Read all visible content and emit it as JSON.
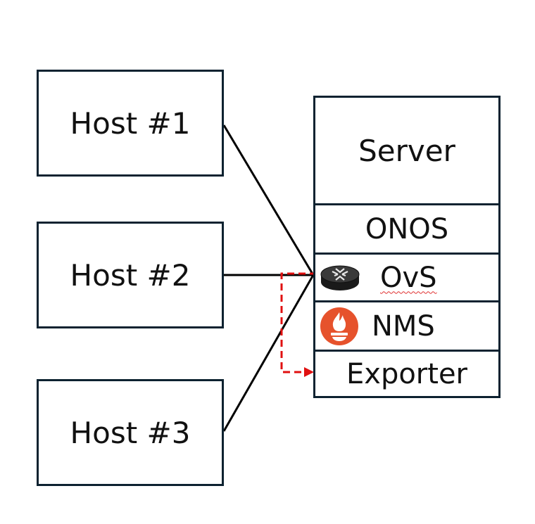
{
  "hosts": [
    {
      "label": "Host #1"
    },
    {
      "label": "Host #2"
    },
    {
      "label": "Host #3"
    }
  ],
  "server": {
    "title": "Server",
    "onos": "ONOS",
    "ovs": "OvS",
    "nms": "NMS",
    "exporter": "Exporter"
  },
  "icons": {
    "ovs": "router-icon",
    "nms": "prometheus-icon"
  },
  "colors": {
    "border": "#0d2230",
    "link": "#000000",
    "dashed_link": "#e01010",
    "prometheus": "#e6522c"
  }
}
